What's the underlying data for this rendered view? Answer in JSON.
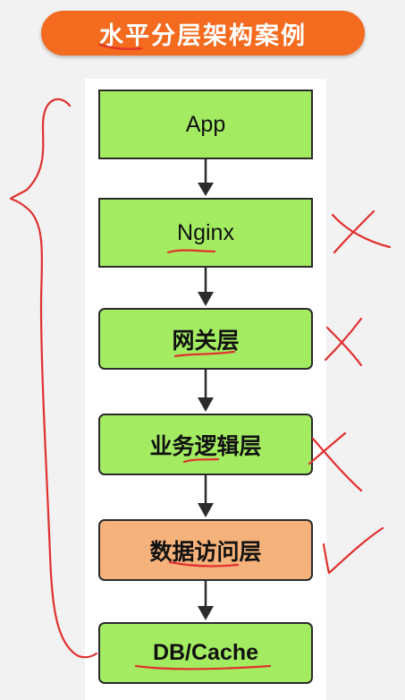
{
  "title": "水平分层架构案例",
  "layers": [
    {
      "label": "App",
      "color": "#a3ec62"
    },
    {
      "label": "Nginx",
      "color": "#a3ec62"
    },
    {
      "label": "网关层",
      "color": "#a3ec62"
    },
    {
      "label": "业务逻辑层",
      "color": "#a3ec62"
    },
    {
      "label": "数据访问层",
      "color": "#f5b27a"
    },
    {
      "label": "DB/Cache",
      "color": "#a3ec62"
    }
  ],
  "colors": {
    "banner": "#f46a1e",
    "layer_green": "#a3ec62",
    "layer_orange": "#f5b27a",
    "annotation_red": "#e0302f"
  }
}
